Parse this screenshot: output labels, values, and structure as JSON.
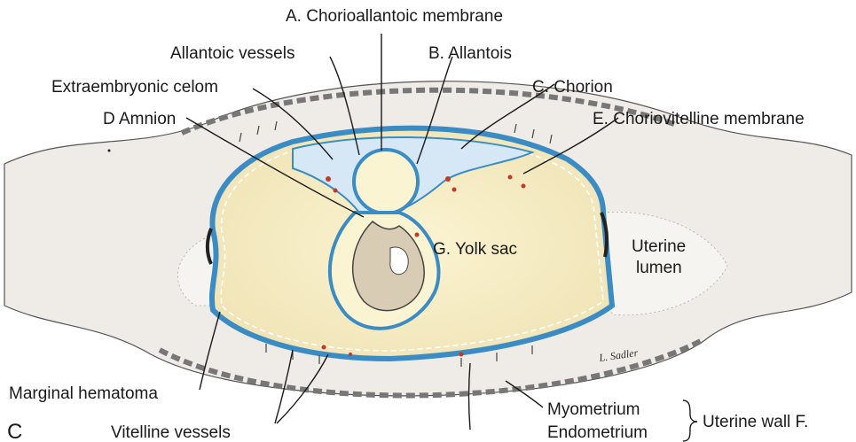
{
  "panel_letter": "C",
  "signature": "L. Sadler",
  "labels": {
    "chorioallantoic": "A. Chorioallantoic membrane",
    "allantoic_vessels": "Allantoic vessels",
    "allantois": "B. Allantois",
    "extraembryonic_celom": "Extraembryonic celom",
    "chorion": "C. Chorion",
    "amnion": "D Amnion",
    "choriovitelline": "E. Choriovitelline membrane",
    "uterine_lumen_1": "Uterine",
    "uterine_lumen_2": "lumen",
    "yolk_sac": "G. Yolk sac",
    "marginal_hematoma": "Marginal hematoma",
    "vitelline_vessels": "Vitelline vessels",
    "myometrium": "Myometrium",
    "endometrium": "Endometrium",
    "uterine_wall": "Uterine wall F."
  },
  "colors": {
    "yolk": "#f7efc6",
    "celom": "#d6e8f5",
    "membrane": "#3b8cc4",
    "embryo": "#d8ccb4",
    "wall": "#eeeae4",
    "vessel": "#c0392b"
  }
}
